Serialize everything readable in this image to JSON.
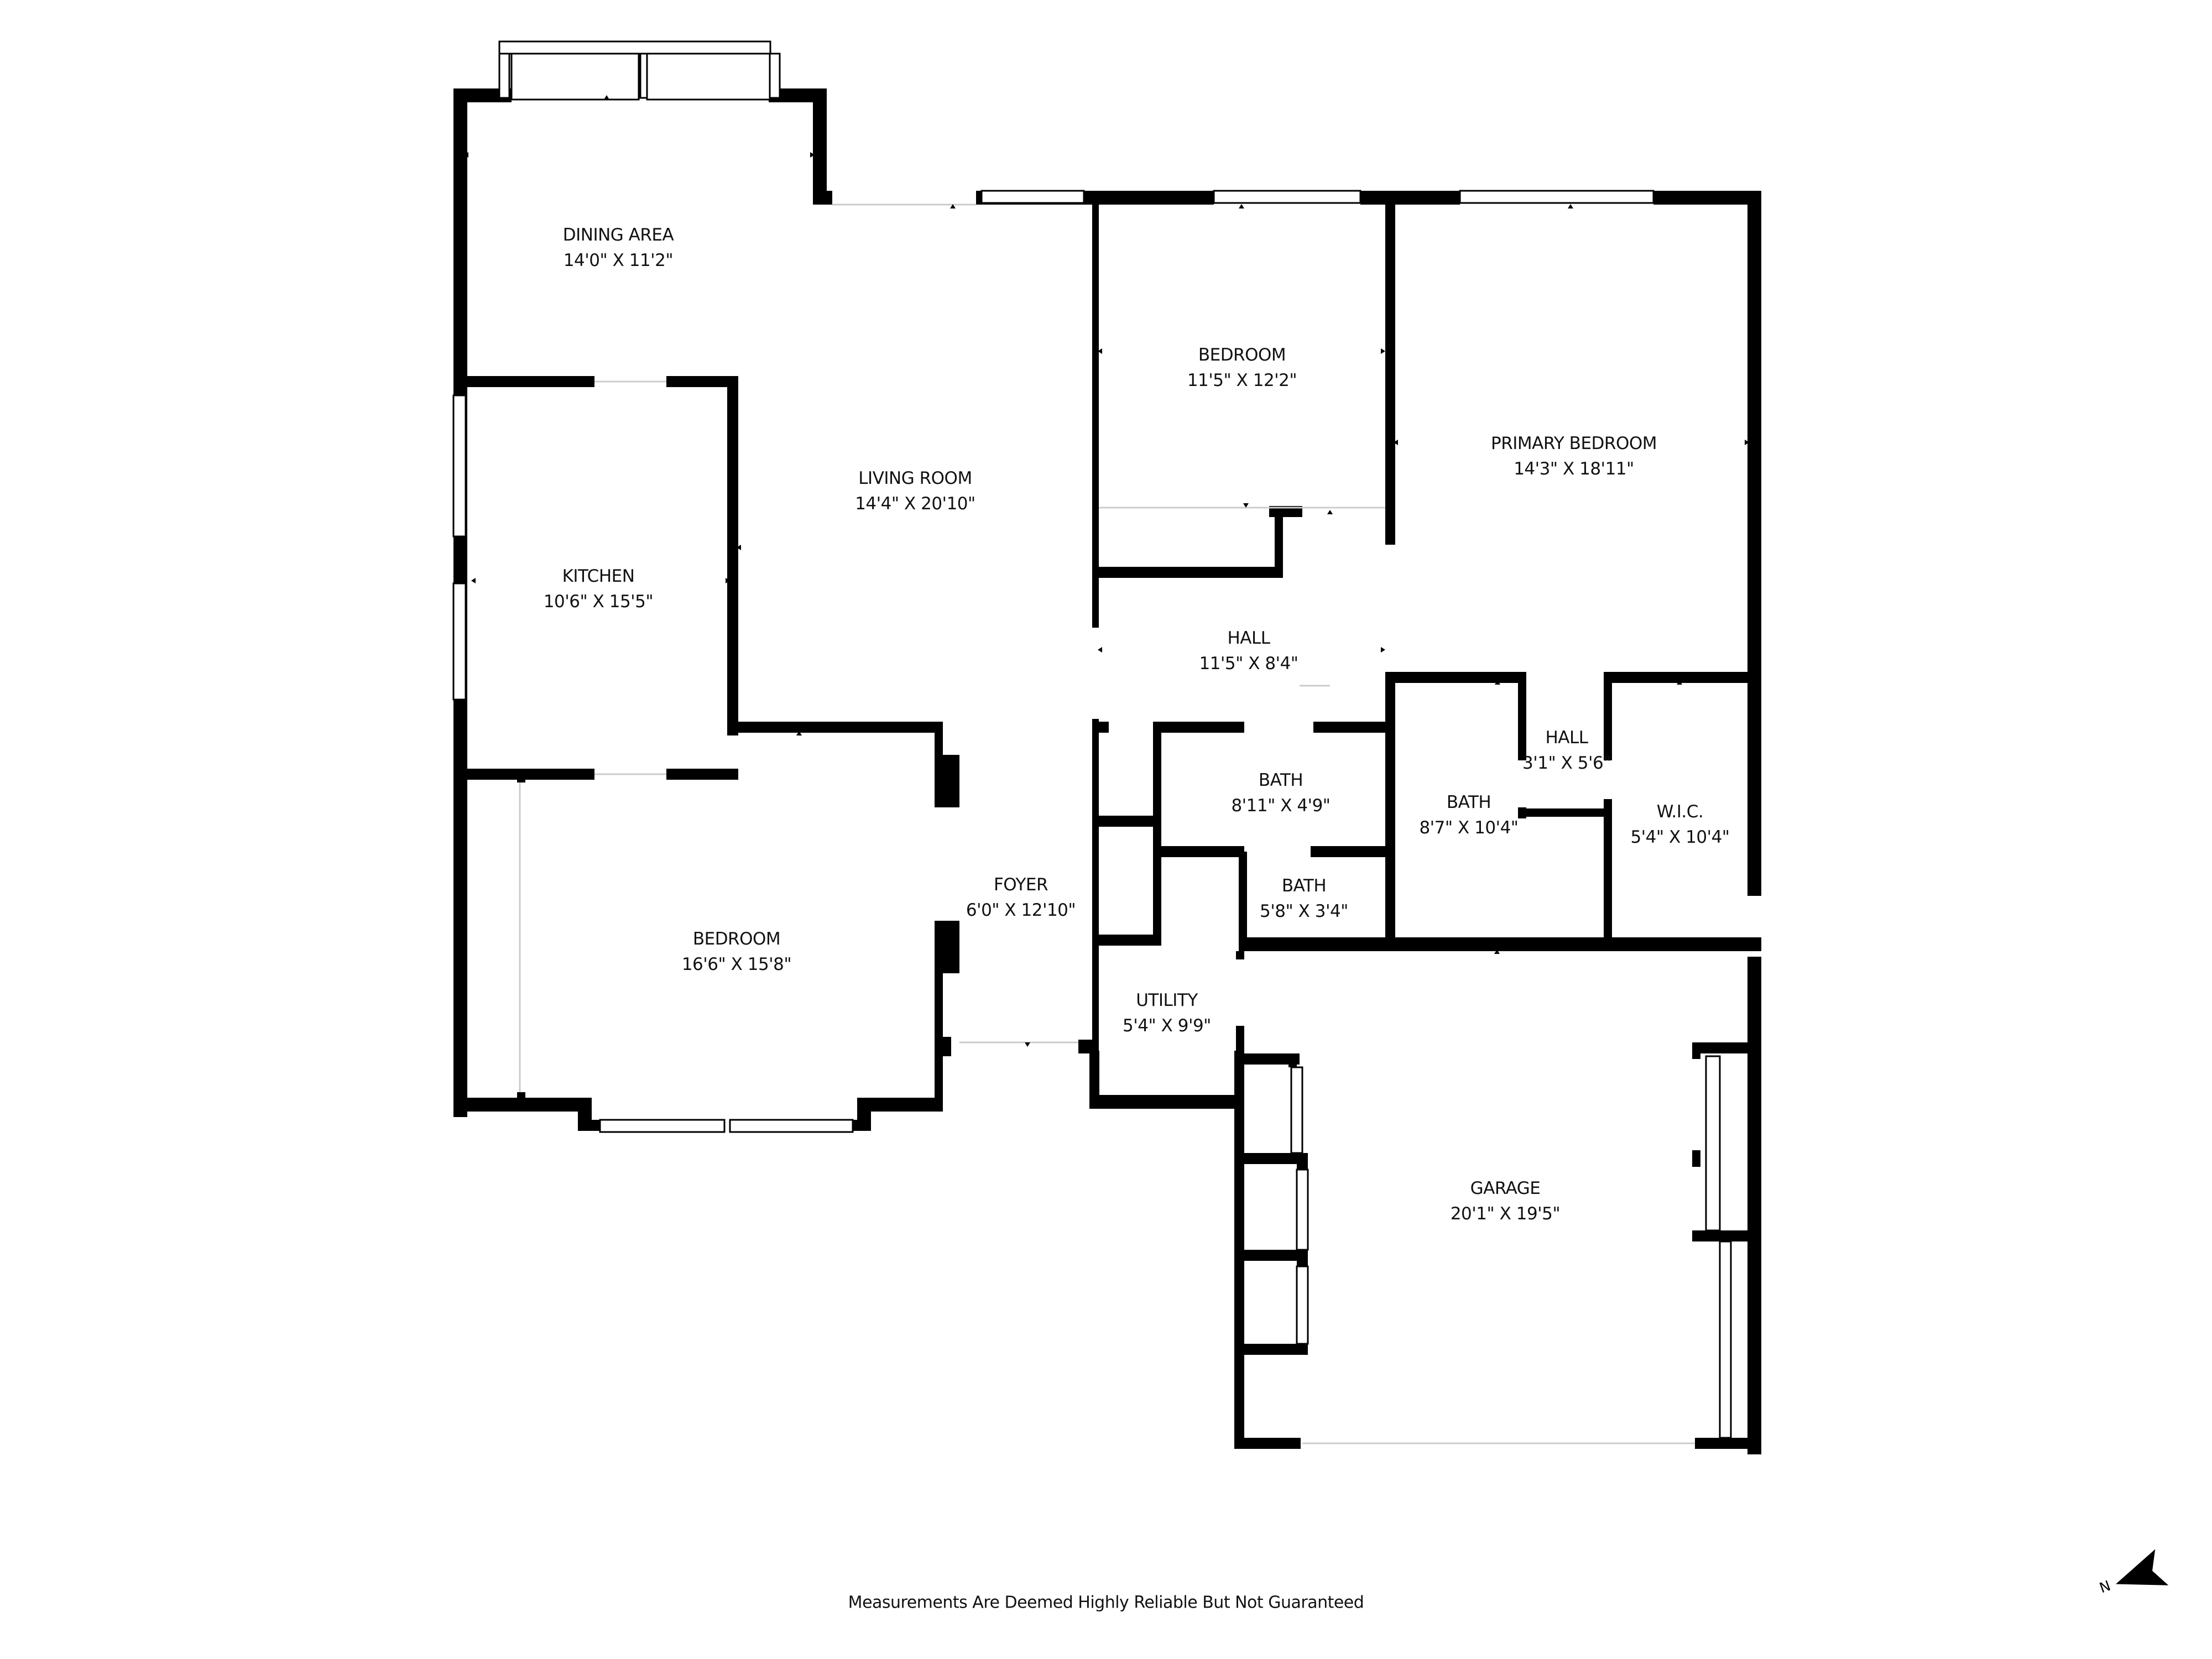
{
  "floor_plan": {
    "rooms": [
      {
        "id": "dining-area",
        "name": "DINING AREA",
        "dimensions": "14'0\" X 11'2\""
      },
      {
        "id": "living-room",
        "name": "LIVING ROOM",
        "dimensions": "14'4\" X 20'10\""
      },
      {
        "id": "kitchen",
        "name": "KITCHEN",
        "dimensions": "10'6\" X 15'5\""
      },
      {
        "id": "bedroom-west",
        "name": "BEDROOM",
        "dimensions": "16'6\" X 15'8\""
      },
      {
        "id": "foyer",
        "name": "FOYER",
        "dimensions": "6'0\" X 12'10\""
      },
      {
        "id": "bedroom-north",
        "name": "BEDROOM",
        "dimensions": "11'5\" X 12'2\""
      },
      {
        "id": "primary-bedroom",
        "name": "PRIMARY BEDROOM",
        "dimensions": "14'3\" X 18'11\""
      },
      {
        "id": "hall-main",
        "name": "HALL",
        "dimensions": "11'5\" X 8'4\""
      },
      {
        "id": "bath-hall",
        "name": "BATH",
        "dimensions": "8'11\" X 4'9\""
      },
      {
        "id": "bath-half",
        "name": "BATH",
        "dimensions": "5'8\" X 3'4\""
      },
      {
        "id": "bath-primary",
        "name": "BATH",
        "dimensions": "8'7\" X 10'4\""
      },
      {
        "id": "hall-primary",
        "name": "HALL",
        "dimensions": "3'1\" X 5'6\""
      },
      {
        "id": "wic",
        "name": "W.I.C.",
        "dimensions": "5'4\" X 10'4\""
      },
      {
        "id": "utility",
        "name": "UTILITY",
        "dimensions": "5'4\" X 9'9\""
      },
      {
        "id": "garage",
        "name": "GARAGE",
        "dimensions": "20'1\" X 19'5\""
      }
    ],
    "disclaimer": "Measurements Are Deemed Highly Reliable But Not Guaranteed",
    "compass": {
      "label": "N",
      "icon": "north-arrow-icon"
    },
    "colors": {
      "wall": "#000000",
      "background": "#ffffff",
      "text": "#111111"
    }
  }
}
